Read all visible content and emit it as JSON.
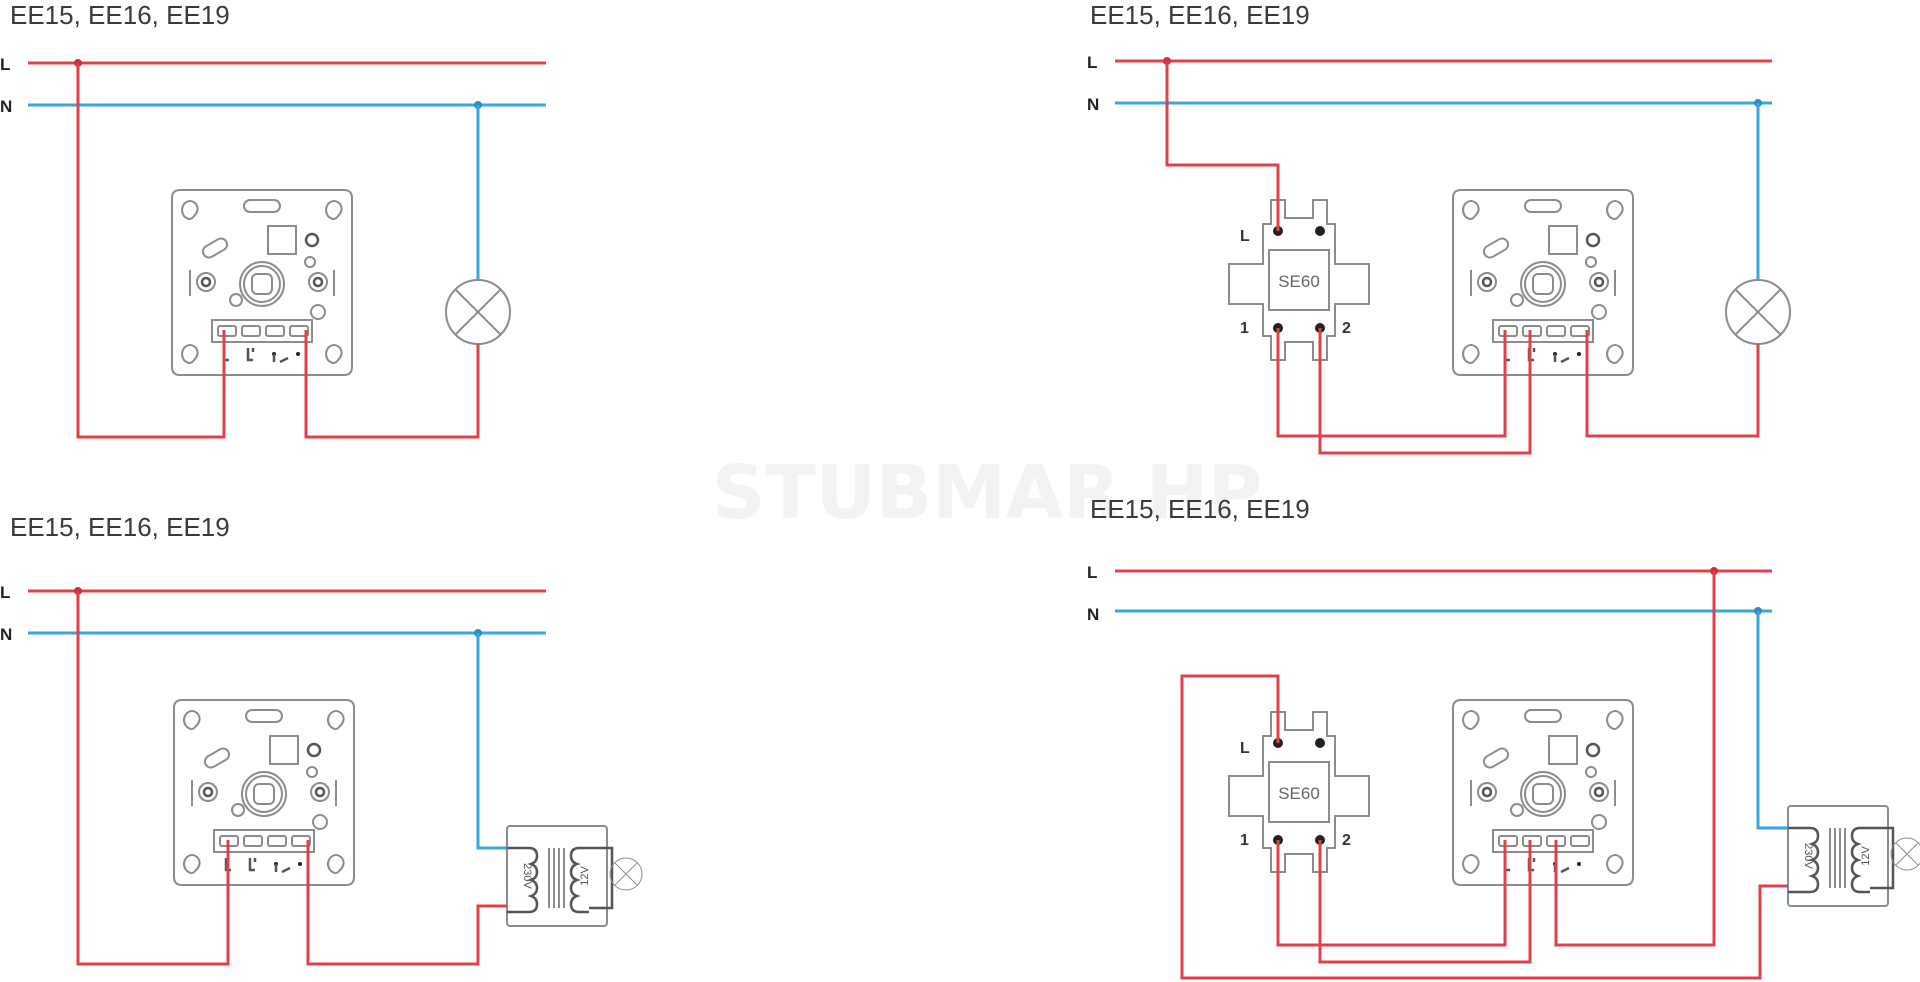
{
  "watermark": "STUBMAR HP",
  "colors": {
    "live": "#e0404c",
    "neutral": "#3aa6dc",
    "device": "#8c8c8c"
  },
  "diagrams": [
    {
      "title": "EE15, EE16, EE19",
      "bus": {
        "live_label": "L",
        "neutral_label": "N"
      },
      "components": [
        "dimmer",
        "lamp"
      ]
    },
    {
      "title": "EE15, EE16, EE19",
      "bus": {
        "live_label": "L",
        "neutral_label": "N"
      },
      "components": [
        "switch",
        "dimmer",
        "lamp"
      ],
      "switch": {
        "label": "SE60",
        "terminal_l": "L",
        "terminal_1": "1",
        "terminal_2": "2"
      }
    },
    {
      "title": "EE15, EE16, EE19",
      "bus": {
        "live_label": "L",
        "neutral_label": "N"
      },
      "components": [
        "dimmer",
        "transformer",
        "lamp"
      ],
      "transformer": {
        "primary": "230V",
        "secondary": "12V"
      }
    },
    {
      "title": "EE15, EE16, EE19",
      "bus": {
        "live_label": "L",
        "neutral_label": "N"
      },
      "components": [
        "switch",
        "dimmer",
        "transformer",
        "lamp"
      ],
      "switch": {
        "label": "SE60",
        "terminal_l": "L",
        "terminal_1": "1",
        "terminal_2": "2"
      },
      "transformer": {
        "primary": "230V",
        "secondary": "12V"
      }
    }
  ]
}
